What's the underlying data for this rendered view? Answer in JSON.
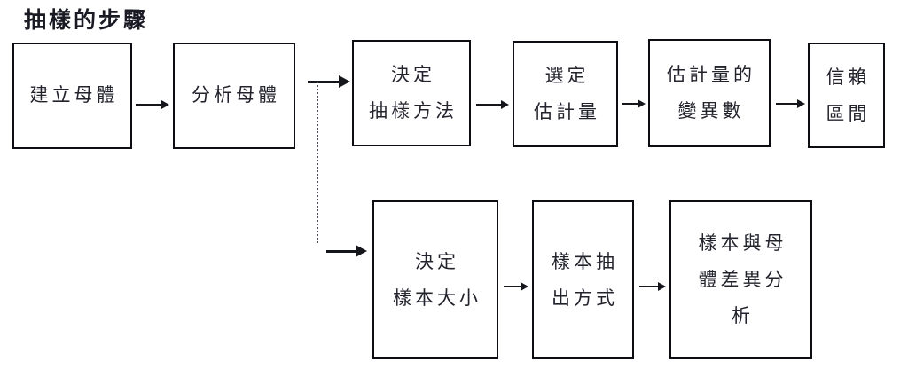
{
  "diagram": {
    "title": "抽樣的步驟",
    "title_translation_note": "",
    "colors": {
      "box_border": "#0d0d14",
      "text": "#23232e",
      "title": "#1a1a24",
      "arrow": "#15151c",
      "dotted_connector": "#4a4a52",
      "background": "#ffffff"
    },
    "top_row": [
      {
        "id": "node-1",
        "lines": [
          "建立母體"
        ]
      },
      {
        "id": "node-2",
        "lines": [
          "分析母體"
        ]
      },
      {
        "id": "node-3",
        "lines": [
          "決定",
          "抽樣方法"
        ]
      },
      {
        "id": "node-4",
        "lines": [
          "選定",
          "估計量"
        ]
      },
      {
        "id": "node-5",
        "lines": [
          "估計量的",
          "變異數"
        ]
      },
      {
        "id": "node-6",
        "lines": [
          "信賴",
          "區間"
        ]
      }
    ],
    "bottom_row": [
      {
        "id": "node-7",
        "lines": [
          "決定",
          "樣本大小"
        ]
      },
      {
        "id": "node-8",
        "lines": [
          "樣本抽",
          "出方式"
        ]
      },
      {
        "id": "node-9",
        "lines": [
          "樣本與母",
          "體差異分",
          "析"
        ]
      }
    ],
    "connectors": {
      "arrow_glyph": "→",
      "branch_style": "dotted",
      "count_top_arrows": 5,
      "count_bottom_arrows": 3
    }
  }
}
